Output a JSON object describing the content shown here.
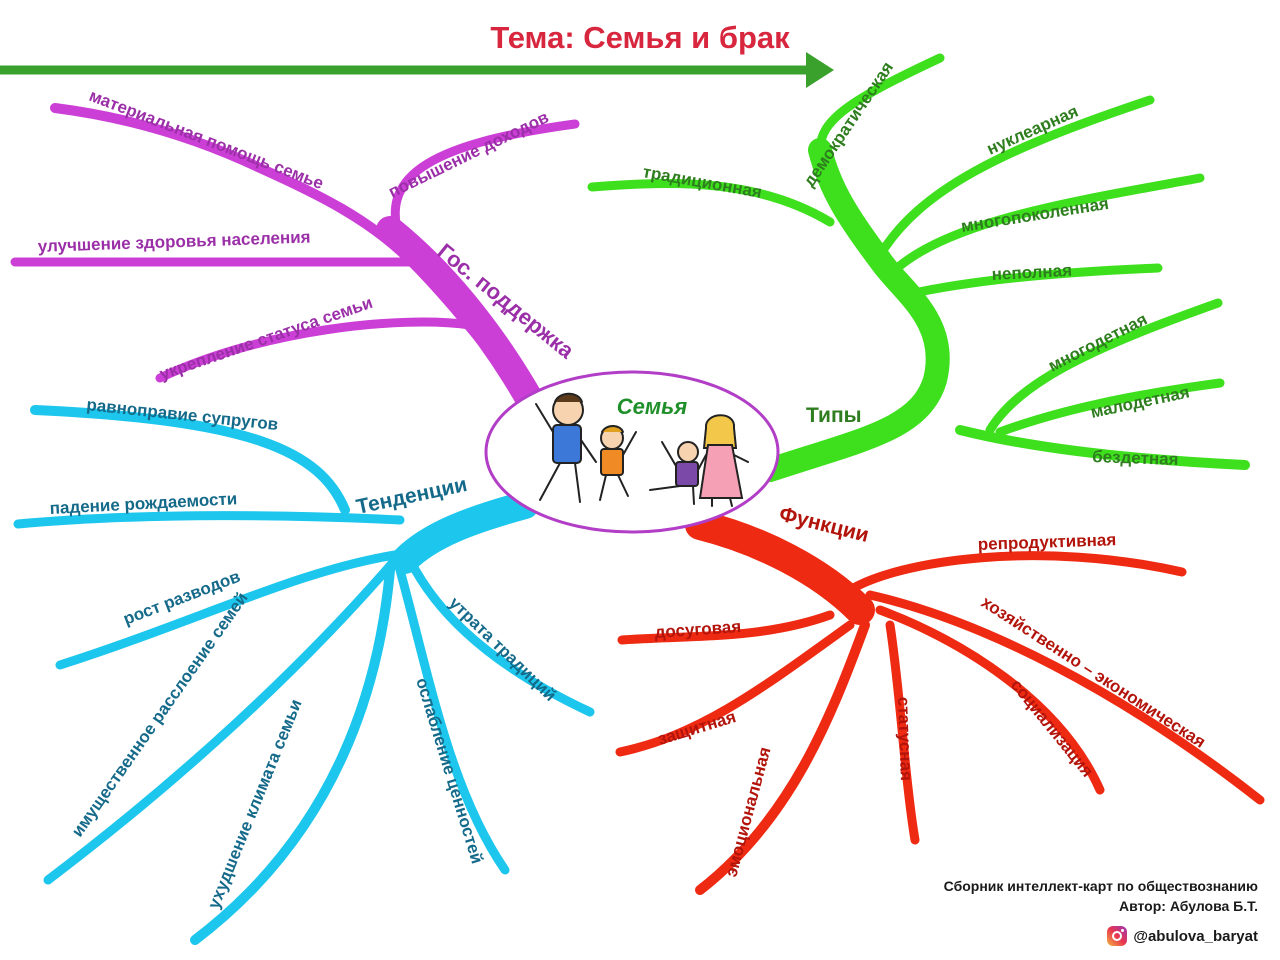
{
  "title": "Тема: Семья и брак",
  "center": {
    "label": "Семья"
  },
  "colors": {
    "title": "#d7263d",
    "arrow": "#3aa12c",
    "support": "#cc3fd6",
    "support_text": "#9b2fa8",
    "types": "#3ee01e",
    "types_text": "#2e7d1e",
    "functions": "#ef2a12",
    "functions_text": "#b2140b",
    "trends": "#1cc6ec",
    "trends_text": "#156a8a",
    "center_border": "#b23ec7",
    "center_text": "#1f8f2a"
  },
  "branches": {
    "support": {
      "label": "Гос. поддержка",
      "items": [
        "материальная помощь семье",
        "повышение доходов",
        "улучшение здоровья населения",
        "укрепление статуса семьи"
      ]
    },
    "types": {
      "label": "Типы",
      "items": [
        "традиционная",
        "демократическая",
        "нуклеарная",
        "многопоколенная",
        "неполная",
        "многодетная",
        "малодетная",
        "бездетная"
      ]
    },
    "functions": {
      "label": "Функции",
      "items": [
        "репродуктивная",
        "досуговая",
        "хозяйственно – экономическая",
        "защитная",
        "социализация",
        "статусная",
        "эмоциональная"
      ]
    },
    "trends": {
      "label": "Тенденции",
      "items": [
        "равноправие супругов",
        "падение рождаемости",
        "рост разводов",
        "утрата традиций",
        "имущественное расслоение семей",
        "ухудшение климата семьи",
        "ослабление ценностей"
      ]
    }
  },
  "footer": {
    "line1": "Сборник интеллект-карт по обществознанию",
    "line2": "Автор: Абулова Б.Т.",
    "instagram": "@abulova_baryat"
  },
  "icons": {
    "instagram": "instagram-icon",
    "family": "family-drawing-icon"
  }
}
